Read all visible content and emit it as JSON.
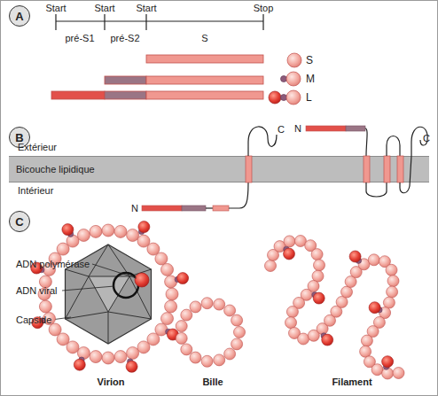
{
  "diagram": {
    "nodes": [
      {
        "text": [
          "A"
        ]
      },
      {
        "text": [
          "B"
        ]
      },
      {
        "text": [
          "Bicouche lipidique"
        ]
      },
      {
        "text": [
          "C"
        ]
      }
    ],
    "labels": [
      "Start",
      "Start",
      "Start",
      "Stop",
      "pré-S1",
      "pré-S2",
      "S",
      "Extérieur",
      "Intérieur",
      "N",
      "C",
      "N",
      "C",
      "ADN polymérase",
      "ADN viral",
      "Capside",
      "Virion",
      "Bille",
      "Filament"
    ],
    "legend": [
      {
        "text": "S"
      },
      {
        "text": "M"
      },
      {
        "text": "L"
      }
    ]
  }
}
